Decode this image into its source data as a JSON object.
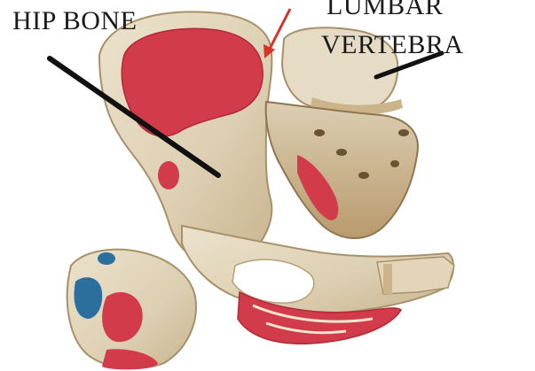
{
  "labels": {
    "hip_bone": "HIP BONE",
    "lumbar_line1": "LUMBAR",
    "lumbar_line2": "VERTEBRA"
  },
  "colors": {
    "bone": "#e3d6bc",
    "bone_shadow": "#c9b48e",
    "muscle_red": "#d23b4a",
    "ligament_blue": "#2a6f9e",
    "pointer_line": "#111111",
    "arrow_red": "#d4332a"
  }
}
